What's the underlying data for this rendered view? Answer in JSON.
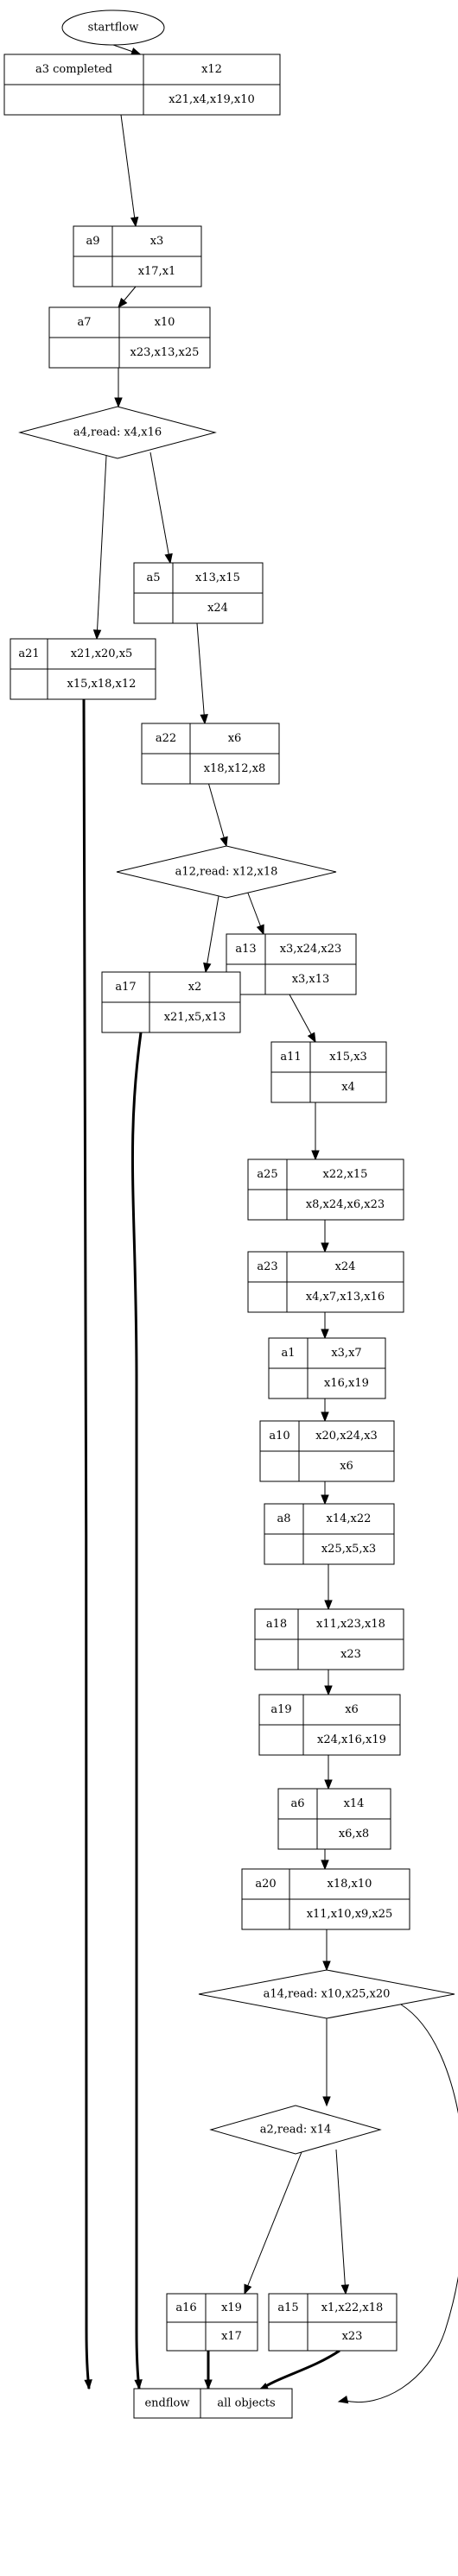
{
  "start": {
    "label": "startflow"
  },
  "end": {
    "left": "endflow",
    "right": "all objects"
  },
  "activities": [
    {
      "id": "a3",
      "title": "a3 completed",
      "top": "x12",
      "bottom": "x21,x4,x19,x10"
    },
    {
      "id": "a9",
      "title": "a9",
      "top": "x3",
      "bottom": "x17,x1"
    },
    {
      "id": "a7",
      "title": "a7",
      "top": "x10",
      "bottom": "x23,x13,x25"
    },
    {
      "id": "a5",
      "title": "a5",
      "top": "x13,x15",
      "bottom": "x24"
    },
    {
      "id": "a21",
      "title": "a21",
      "top": "x21,x20,x5",
      "bottom": "x15,x18,x12"
    },
    {
      "id": "a22",
      "title": "a22",
      "top": "x6",
      "bottom": "x18,x12,x8"
    },
    {
      "id": "a13",
      "title": "a13",
      "top": "x3,x24,x23",
      "bottom": "x3,x13"
    },
    {
      "id": "a17",
      "title": "a17",
      "top": "x2",
      "bottom": "x21,x5,x13"
    },
    {
      "id": "a11",
      "title": "a11",
      "top": "x15,x3",
      "bottom": "x4"
    },
    {
      "id": "a25",
      "title": "a25",
      "top": "x22,x15",
      "bottom": "x8,x24,x6,x23"
    },
    {
      "id": "a23",
      "title": "a23",
      "top": "x24",
      "bottom": "x4,x7,x13,x16"
    },
    {
      "id": "a1",
      "title": "a1",
      "top": "x3,x7",
      "bottom": "x16,x19"
    },
    {
      "id": "a10",
      "title": "a10",
      "top": "x20,x24,x3",
      "bottom": "x6"
    },
    {
      "id": "a8",
      "title": "a8",
      "top": "x14,x22",
      "bottom": "x25,x5,x3"
    },
    {
      "id": "a18",
      "title": "a18",
      "top": "x11,x23,x18",
      "bottom": "x23"
    },
    {
      "id": "a19",
      "title": "a19",
      "top": "x6",
      "bottom": "x24,x16,x19"
    },
    {
      "id": "a6",
      "title": "a6",
      "top": "x14",
      "bottom": "x6,x8"
    },
    {
      "id": "a20",
      "title": "a20",
      "top": "x18,x10",
      "bottom": "x11,x10,x9,x25"
    },
    {
      "id": "a16",
      "title": "a16",
      "top": "x19",
      "bottom": "x17"
    },
    {
      "id": "a15",
      "title": "a15",
      "top": "x1,x22,x18",
      "bottom": "x23"
    }
  ],
  "decisions": [
    {
      "id": "d4",
      "label": "a4,read: x4,x16"
    },
    {
      "id": "d12",
      "label": "a12,read: x12,x18"
    },
    {
      "id": "d14",
      "label": "a14,read: x10,x25,x20"
    },
    {
      "id": "d2",
      "label": "a2,read: x14"
    }
  ]
}
